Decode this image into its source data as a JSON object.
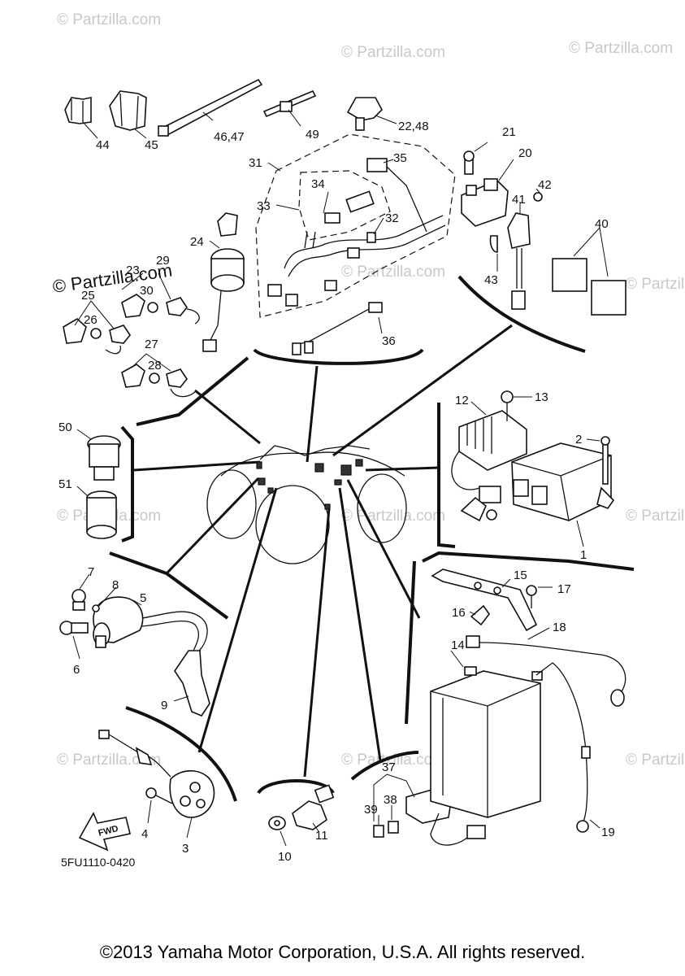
{
  "watermark": "© Partzilla.com",
  "diagram_code": "5FU1110-0420",
  "direction_label": "FWD",
  "copyright": "©2013 Yamaha Motor Corporation, U.S.A. All rights reserved.",
  "callouts": {
    "p1": "1",
    "p2": "2",
    "p3": "3",
    "p4": "4",
    "p5": "5",
    "p6": "6",
    "p7": "7",
    "p8": "8",
    "p9": "9",
    "p10": "10",
    "p11": "11",
    "p12": "12",
    "p13": "13",
    "p14": "14",
    "p15": "15",
    "p16": "16",
    "p17": "17",
    "p18": "18",
    "p19": "19",
    "p20": "20",
    "p21": "21",
    "p22": "22,48",
    "p23": "23",
    "p24": "24",
    "p25": "25",
    "p26": "26",
    "p27": "27",
    "p28": "28",
    "p29": "29",
    "p30": "30",
    "p31": "31",
    "p32": "32",
    "p33": "33",
    "p34": "34",
    "p35": "35",
    "p36": "36",
    "p37": "37",
    "p38": "38",
    "p39": "39",
    "p40": "40",
    "p41": "41",
    "p42": "42",
    "p43": "43",
    "p44": "44",
    "p45": "45",
    "p46": "46,47",
    "p49": "49",
    "p50": "50",
    "p51": "51"
  }
}
